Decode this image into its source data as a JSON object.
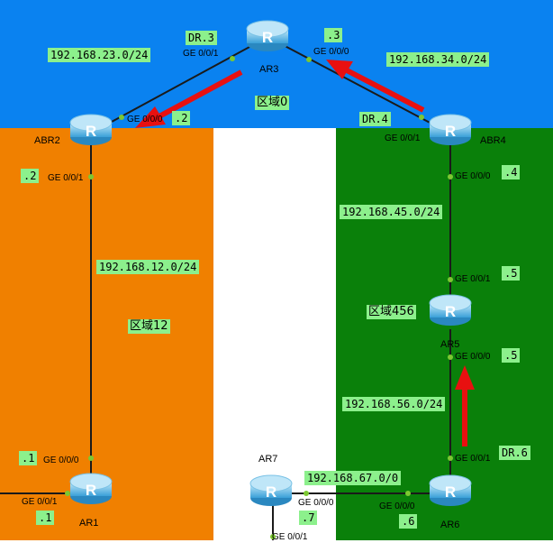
{
  "areas": {
    "area0": {
      "name": "区域0",
      "color": "#0a82f0"
    },
    "area12": {
      "name": "区域12",
      "color": "#f08000"
    },
    "area456": {
      "name": "区域456",
      "color": "#0a800a"
    }
  },
  "routers": {
    "ar3": {
      "name": "AR3",
      "role": "DR.3"
    },
    "abr2": {
      "name": "ABR2"
    },
    "abr4": {
      "name": "ABR4",
      "role": "DR.4"
    },
    "ar5": {
      "name": "AR5"
    },
    "ar6": {
      "name": "AR6",
      "role": "DR.6"
    },
    "ar1": {
      "name": "AR1"
    },
    "ar7": {
      "name": "AR7"
    }
  },
  "networks": {
    "net23": "192.168.23.0/24",
    "net34": "192.168.34.0/24",
    "net12": "192.168.12.0/24",
    "net45": "192.168.45.0/24",
    "net56": "192.168.56.0/24",
    "net67": "192.168.67.0/0"
  },
  "ports": {
    "ar3_g001": "GE 0/0/1",
    "ar3_g000": "GE 0/0/0",
    "abr2_g000": "GE 0/0/0",
    "abr2_g001": "GE 0/0/1",
    "abr4_g001": "GE 0/0/1",
    "abr4_g000": "GE 0/0/0",
    "ar5_g001": "GE 0/0/1",
    "ar5_g000": "GE 0/0/0",
    "ar6_g001": "GE 0/0/1",
    "ar6_g000": "GE 0/0/0",
    "ar1_g000": "GE 0/0/0",
    "ar1_g001": "GE 0/0/1",
    "ar7_g000": "GE 0/0/0",
    "ar7_g001": "GE 0/0/1"
  },
  "host_ids": {
    "ar3": ".3",
    "abr2_up": ".2",
    "abr2_down": ".2",
    "abr4": ".4",
    "ar5_up": ".5",
    "ar5_down": ".5",
    "ar1_up": ".1",
    "ar1_left": ".1",
    "ar7": ".7",
    "ar6": ".6"
  },
  "colors": {
    "link": "#1a1a1a",
    "arrow": "#e81010",
    "label_bg": "#8cf08c",
    "port_dot": "#7cc832"
  }
}
